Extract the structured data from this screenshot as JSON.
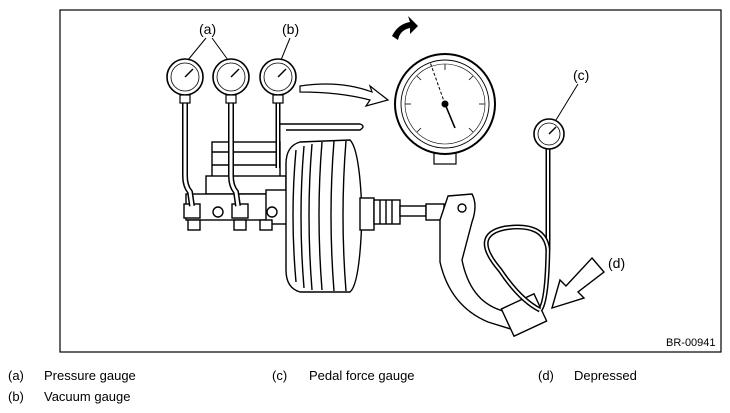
{
  "figure": {
    "callouts": {
      "a": "(a)",
      "b": "(b)",
      "c": "(c)",
      "d": "(d)"
    },
    "figure_code": "BR-00941"
  },
  "legend": [
    {
      "key": "(a)",
      "text": "Pressure gauge"
    },
    {
      "key": "(b)",
      "text": "Vacuum gauge"
    },
    {
      "key": "(c)",
      "text": "Pedal force gauge"
    },
    {
      "key": "(d)",
      "text": "Depressed"
    }
  ]
}
